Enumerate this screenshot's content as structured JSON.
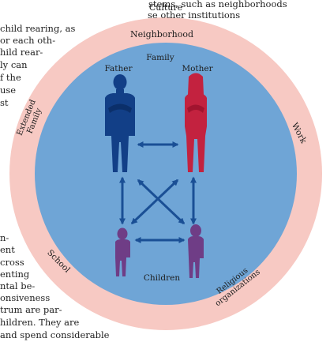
{
  "body_text": {
    "top_lines": [
      "stems, such as neighborhoods",
      "se other institutions",
      "child rearing, as",
      "or each oth-",
      "hild rear-",
      "ly can",
      "f the",
      "use",
      "st"
    ],
    "bottom_lines": [
      "n-",
      "ent",
      "cross",
      "enting",
      "ntal be-",
      "onsiveness",
      "trum are par-",
      "hildren. They are",
      "and spend considerable"
    ]
  },
  "diagram": {
    "outer_title": "Culture",
    "ring_labels": {
      "neighborhood": "Neighborhood",
      "extended_family_line1": "Extended",
      "extended_family_line2": "Family",
      "work": "Work",
      "school": "School",
      "religious_line1": "Religious",
      "religious_line2": "organizations"
    },
    "family_label": "Family",
    "father_label": "Father",
    "mother_label": "Mother",
    "children_label": "Children",
    "colors": {
      "outer_ring": "#f7c9c3",
      "inner_circle": "#6fa5d6",
      "father": "#123f87",
      "mother": "#c3223f",
      "children": "#6f3d86",
      "arrows": "#1a4f95"
    }
  }
}
